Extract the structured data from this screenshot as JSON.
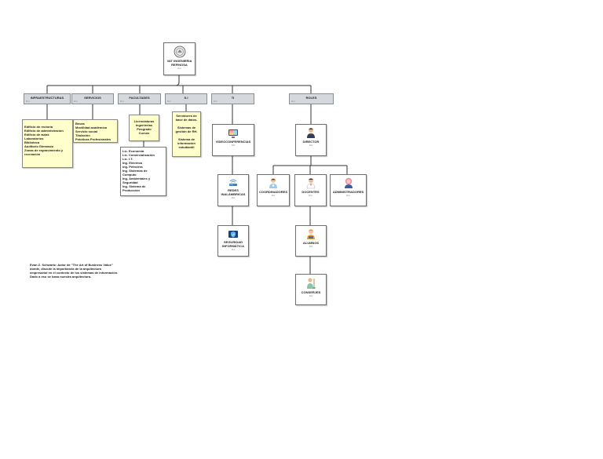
{
  "root": {
    "title": "VAT INGENIERIA REFINOSA",
    "sub": "Rol"
  },
  "categories": [
    {
      "label": "INFRAESTRUCTURAS",
      "sub": "Rol"
    },
    {
      "label": "SERVICIOS",
      "sub": "Rol"
    },
    {
      "label": "FACULTADES",
      "sub": "Rol"
    },
    {
      "label": "S.I",
      "sub": "Rol"
    },
    {
      "label": "TI",
      "sub": "Rol"
    },
    {
      "label": "ROLES",
      "sub": "Rol"
    }
  ],
  "infra_items": [
    "Edificio de rectoría",
    "Edificio de administración",
    "Edificio de aulas",
    "Laboratorios",
    "Biblioteca",
    "Auditorio Gimnasio",
    "Zonas de esparcimiento y",
    "recreación"
  ],
  "servicios_items": [
    "Becas",
    "Movilidad académica",
    "Servicio social",
    "Titulación",
    "Prácticas Profesionales"
  ],
  "facultades_items": [
    "Licenciaturas",
    "Ingenierías",
    "Posgrado",
    "Cursos"
  ],
  "carreras_items": [
    "Lic. Economía",
    "Lic. Comercialización",
    "Lic. I.T.",
    "Ing. Eléctrica",
    "Ing. Petrolera",
    "Ing. Sistemas de",
    "Computo",
    "Ing. Ambientales y",
    "Seguridad",
    "Ing. Sistema de",
    "Producción"
  ],
  "si_items": [
    "Servidores de",
    "base de datos.",
    "",
    "Sistemas de",
    "gestión de RH.",
    "",
    "Sistema de",
    "información",
    "estudiantil"
  ],
  "ti_nodes": [
    {
      "label": "VIDEOCONFERENCIAS",
      "sub": "Rol"
    },
    {
      "label": "REDES INALÁMBRICAS",
      "sub": "Rol"
    },
    {
      "label": "SEGURIDAD INFORMÁTICA",
      "sub": "Rol"
    }
  ],
  "roles": {
    "director": {
      "label": "DIRECTOR",
      "sub": "Rol"
    },
    "coordinadores": {
      "label": "COORDINADORES",
      "sub": "Rol"
    },
    "docentes": {
      "label": "DOCENTES",
      "sub": "Rol"
    },
    "administradores": {
      "label": "ADMINISTRADORES",
      "sub": "Rol"
    },
    "alumnos": {
      "label": "ALUMNOS",
      "sub": "Rol"
    },
    "conserjes": {
      "label": "CONSERJES",
      "sub": "Rol"
    }
  },
  "note": [
    "Evan Z. Schwartz: Autor de \"The Art of Business Value\"",
    "donde, discute la importancia de la arquitectura",
    "empresarial en el contexto de los sistemas de información.",
    "Dado a eso se basa nuestra arquitectura."
  ],
  "colors": {
    "category_fill": "#d5d8dd",
    "note_fill": "#ffffcc",
    "line": "#333333"
  }
}
